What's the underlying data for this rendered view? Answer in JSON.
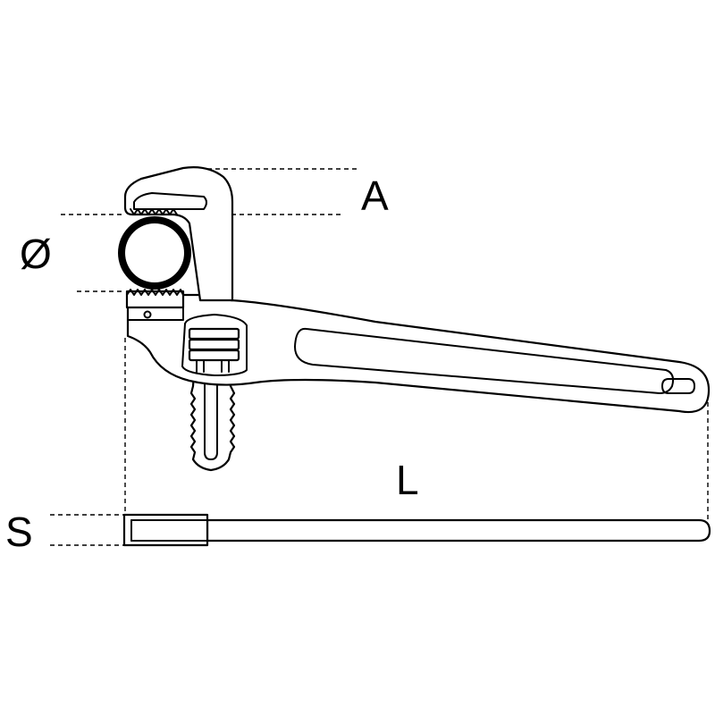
{
  "labels": {
    "jaw_opening": "A",
    "pipe_diameter": "Ø",
    "length": "L",
    "thickness": "S"
  },
  "colors": {
    "line": "#000000",
    "background": "#ffffff"
  }
}
